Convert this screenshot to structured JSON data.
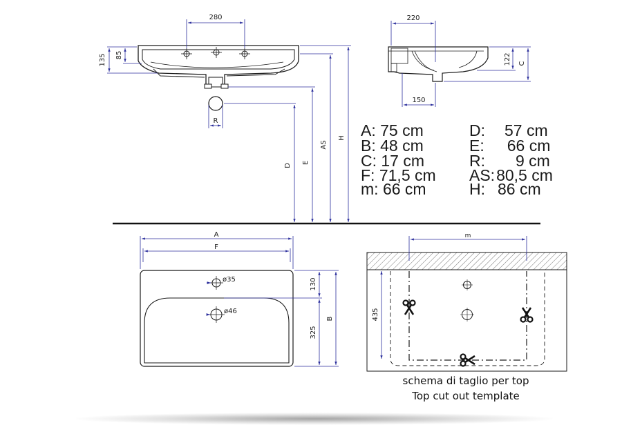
{
  "dimensions": {
    "top_width": "280",
    "side_width": "220",
    "side_height": "122",
    "side_depth": "150",
    "left_h1": "135",
    "left_h2": "85",
    "r_label": "R",
    "d_label": "D",
    "e_label": "E",
    "as_label": "AS",
    "h_label": "H",
    "c_label": "C",
    "a_label": "A",
    "f_label": "F",
    "b_label": "B",
    "hole_small": "ø35",
    "hole_large": "ø46",
    "d130": "130",
    "d325": "325",
    "m_label": "m",
    "d435": "435"
  },
  "specs_left": [
    {
      "key": "A:",
      "value": "75 cm"
    },
    {
      "key": "B:",
      "value": "48 cm"
    },
    {
      "key": "C:",
      "value": "17 cm"
    },
    {
      "key": "F:",
      "value": "71,5 cm"
    },
    {
      "key": "m:",
      "value": "66 cm"
    }
  ],
  "specs_right": [
    {
      "key": "D:",
      "value": "57 cm"
    },
    {
      "key": "E:",
      "value": "66 cm"
    },
    {
      "key": "R:",
      "value": "9 cm"
    },
    {
      "key": "AS:",
      "value": "80,5 cm"
    },
    {
      "key": "H:",
      "value": "86 cm"
    }
  ],
  "caption": {
    "line1": "schema di taglio per top",
    "line2": "Top cut out template"
  },
  "colors": {
    "line": "#1a1a1a",
    "dimension": "#2b2e9c",
    "hatch": "#666666"
  }
}
